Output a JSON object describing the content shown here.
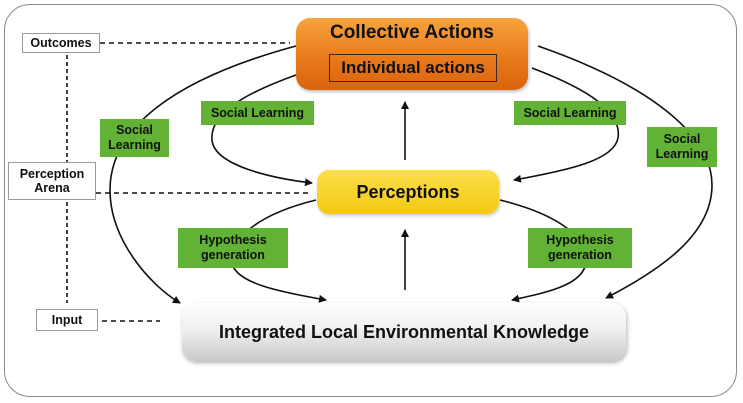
{
  "nodes": {
    "collective_actions": "Collective Actions",
    "individual_actions": "Individual actions",
    "perceptions": "Perceptions",
    "knowledge": "Integrated Local Environmental Knowledge"
  },
  "side_labels": {
    "outcomes": "Outcomes",
    "perception_arena": "Perception\nArena",
    "input": "Input"
  },
  "process_labels": {
    "social_learning_outer_left": "Social\nLearning",
    "social_learning_inner_left": "Social Learning",
    "social_learning_inner_right": "Social Learning",
    "social_learning_outer_right": "Social\nLearning",
    "hypothesis_left": "Hypothesis\ngeneration",
    "hypothesis_right": "Hypothesis\ngeneration"
  },
  "colors": {
    "collective": "#e8771a",
    "perceptions": "#f3c812",
    "process_box": "#62b236",
    "knowledge": "#d9d9d9"
  }
}
